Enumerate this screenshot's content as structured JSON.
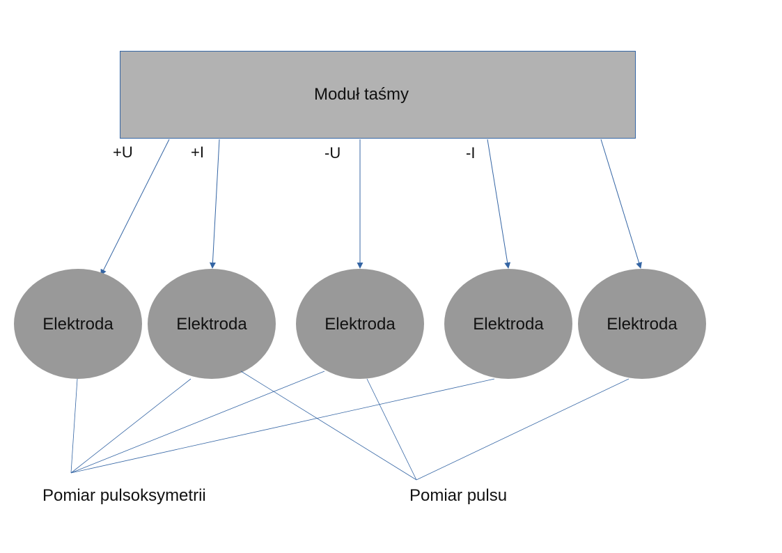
{
  "module": {
    "label": "Moduł taśmy"
  },
  "signals": [
    {
      "label": "+U"
    },
    {
      "label": "+I"
    },
    {
      "label": "-U"
    },
    {
      "label": "-I"
    }
  ],
  "electrodes": [
    {
      "label": "Elektroda"
    },
    {
      "label": "Elektroda"
    },
    {
      "label": "Elektroda"
    },
    {
      "label": "Elektroda"
    },
    {
      "label": "Elektroda"
    }
  ],
  "measurements": [
    {
      "label": "Pomiar pulsoksymetrii"
    },
    {
      "label": "Pomiar pulsu"
    }
  ],
  "colors": {
    "module_fill": "#b2b2b2",
    "electrode_fill": "#999999",
    "line": "#3465a4"
  }
}
